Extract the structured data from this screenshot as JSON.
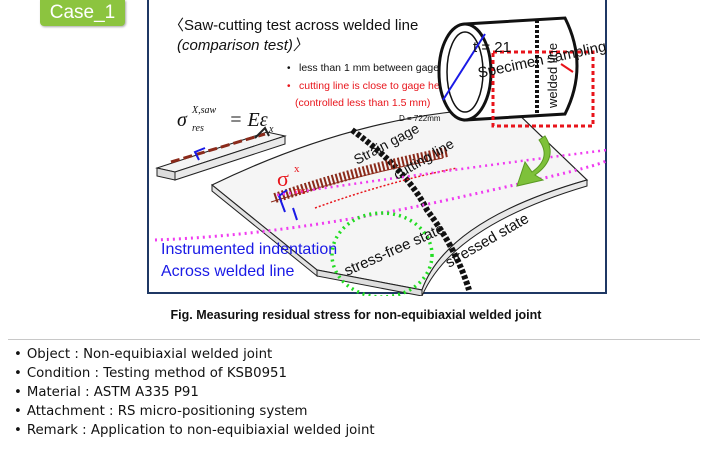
{
  "case_label": "Case_1",
  "figure": {
    "title_line1": "〈Saw-cutting test across welded line",
    "title_line2": "(comparison test)〉",
    "bullet1": "less than 1 mm between gages",
    "bullet2": "cutting line is close to gage head",
    "bullet2_note": "(controlled less than 1.5 mm)",
    "formula_lhs": "σ",
    "formula_sup": "X,saw",
    "formula_sub": "res",
    "formula_rhs": "= Eε",
    "formula_rhs_sub": "x",
    "diameter": "D = 722mm",
    "t_label": "t = 21",
    "specimen_label": "Specimen sampling",
    "welded_line_label": "welded line",
    "strain_gage_label": "Strain gage",
    "cutting_line_label": "cutting line",
    "sigma_label": "σ",
    "sigma_sup": "x",
    "sigma_sub": "res",
    "indentation_line1": "Instrumented indentation",
    "indentation_line2": "Across welded line",
    "stress_free_label": "stress-free state",
    "stressed_label": "stressed state"
  },
  "caption": "Fig. Measuring residual stress for non-equibiaxial welded joint",
  "info_items": [
    "Object : Non-equibiaxial welded joint",
    "Condition : Testing method of KSB0951",
    "Material : ASTM A335 P91",
    "Attachment : RS micro-positioning system",
    "Remark : Application to non-equibiaxial welded joint"
  ],
  "colors": {
    "badge": "#8cc43f",
    "frame": "#1f3864",
    "highlight_red": "#e8141b",
    "indentation_blue": "#1a1ae6",
    "dotted_magenta": "#f03cf0",
    "dotted_green": "#22dd22",
    "gage_brown": "#8b2a1a"
  }
}
